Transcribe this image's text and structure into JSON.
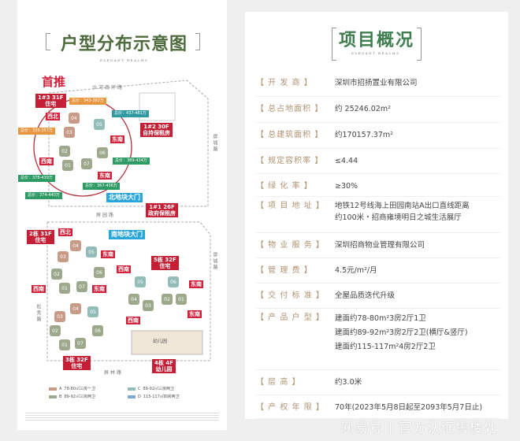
{
  "left": {
    "title": "户型分布示意图",
    "subtitle": "ELEGANT REALMS",
    "first_push": "首推",
    "buildings": [
      "1#3 31F\n住宅",
      "1#2 30F\n自持保租房",
      "1#1 26F\n政府保租房",
      "2栋 31F\n住宅",
      "5栋 32F\n住宅",
      "3栋 32F\n住宅",
      "4栋 4F\n幼儿园"
    ],
    "prices": [
      "总价：343-382万",
      "总价：335-357万",
      "总价：437-481万",
      "总价：389-434万",
      "总价：378-439万",
      "总价：374-440万",
      "总价：367-436万"
    ],
    "gates": [
      "北地块大门",
      "南地块大门"
    ],
    "orientations": [
      "西北",
      "东南",
      "西南",
      "东南",
      "西北",
      "东南",
      "西南",
      "东南",
      "西南",
      "东南",
      "西南",
      "东南"
    ],
    "roads": {
      "top": "沙河南环路",
      "middle": "屏园路",
      "bottom": "屏林路",
      "right_top": "屏城路",
      "right_bottom": "屏城路",
      "left": "松秀路"
    },
    "kindergarten": "幼儿园",
    "clusters": [
      [
        "04",
        "03",
        "05",
        "02",
        "01",
        "07",
        "06"
      ],
      [
        "04",
        "03",
        "05",
        "02",
        "01",
        "07",
        "06"
      ],
      [
        "05",
        "06",
        "04",
        "03",
        "02",
        "01"
      ],
      [
        "04",
        "03",
        "05",
        "02",
        "01",
        "07",
        "06"
      ]
    ],
    "legend": [
      {
        "key": "A",
        "text": "78-80㎡三房一卫",
        "color": "#c89b88"
      },
      {
        "key": "B",
        "text": "89-92㎡三房两卫",
        "color": "#9ea88c"
      },
      {
        "key": "C",
        "text": "89-92㎡三房两卫",
        "color": "#92bcb8"
      },
      {
        "key": "D",
        "text": "115-117㎡四房两卫",
        "color": "#7eaad0"
      }
    ]
  },
  "right": {
    "title": "项目概况",
    "subtitle": "ELEGANT REALMS",
    "rows": [
      {
        "label": "【 开 发 商 】",
        "lines": [
          "深圳市招扬置业有限公司"
        ]
      },
      {
        "label": "【 总占地面积 】",
        "lines": [
          "约 25246.02m²"
        ]
      },
      {
        "label": "【 总建筑面积 】",
        "lines": [
          "约170157.37m²"
        ]
      },
      {
        "label": "【 规定容积率 】",
        "lines": [
          "≤4.44"
        ]
      },
      {
        "label": "【  绿 化 率  】",
        "lines": [
          "≥30%"
        ]
      },
      {
        "label": "【 项 目 地 址 】",
        "lines": [
          "地铁12号线海上田园南站A出口直线距离",
          "约100米・招商雍境明日之城生活展厅"
        ]
      },
      {
        "label": "【 物 业 服 务 】",
        "lines": [
          "深圳招商物业管理有限公司"
        ]
      },
      {
        "label": "【  管 理 费  】",
        "lines": [
          "4.5元/m²/月"
        ]
      },
      {
        "label": "【 交 付 标 准 】",
        "lines": [
          "全屋品质迭代升级"
        ]
      },
      {
        "label": "【 产 品 户 型 】",
        "lines": [
          "建面约78-80m²3房2厅1卫",
          "建面约89-92m²3房2厅2卫(横厅&竖厅)",
          "建面约115-117m²4房2厅2卫"
        ]
      },
      {
        "label": "【   层   高   】",
        "lines": [
          "约3.0米"
        ]
      },
      {
        "label": "【 产 权 年 限 】",
        "lines": [
          "70年(2023年5月8日起至2093年5月7日止)"
        ]
      }
    ]
  },
  "watermark": "网易号 | 官方认证售楼处"
}
